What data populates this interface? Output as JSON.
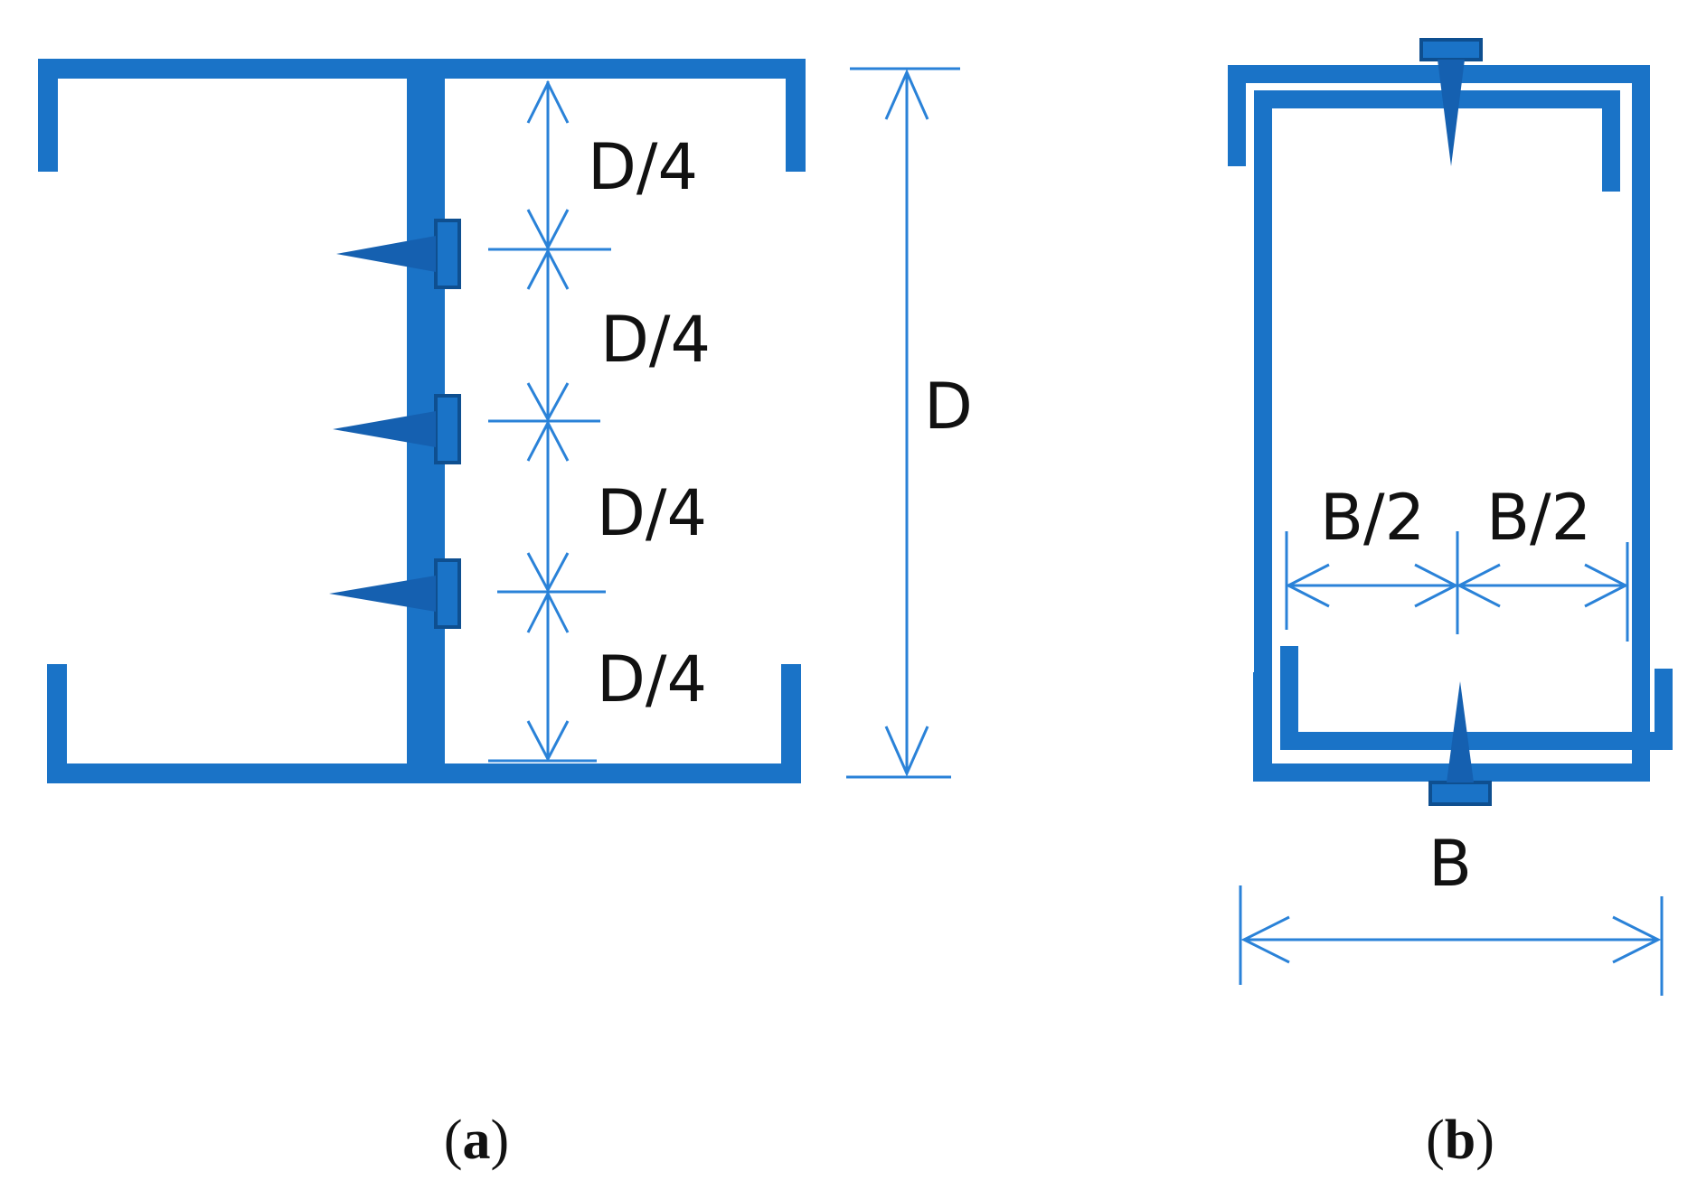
{
  "colors": {
    "section": "#1a73c7",
    "dimension": "#2a82d8",
    "fastener": "#1560b0",
    "text": "#111111"
  },
  "panel_a": {
    "spacing_labels": [
      "D/4",
      "D/4",
      "D/4",
      "D/4"
    ],
    "overall_label": "D",
    "caption_open": "(",
    "caption_letter": "a",
    "caption_close": ")"
  },
  "panel_b": {
    "half_labels": [
      "B/2",
      "B/2"
    ],
    "overall_label": "B",
    "caption_open": "(",
    "caption_letter": "b",
    "caption_close": ")"
  }
}
